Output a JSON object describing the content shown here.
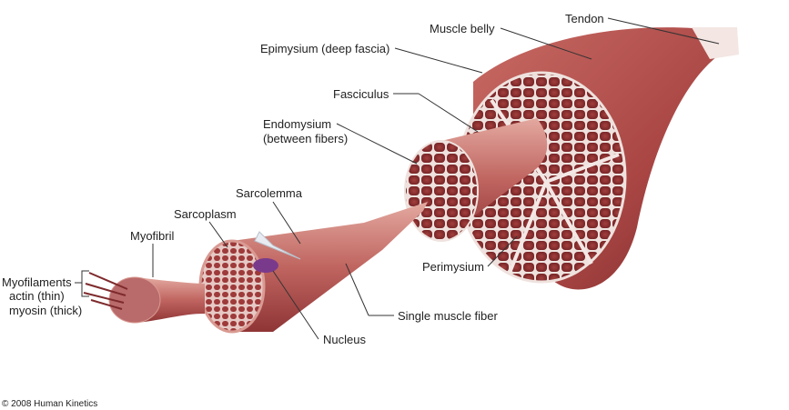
{
  "labels": {
    "tendon": "Tendon",
    "muscle_belly": "Muscle belly",
    "epimysium": "Epimysium (deep fascia)",
    "fasciculus": "Fasciculus",
    "endomysium_1": "Endomysium",
    "endomysium_2": "(between fibers)",
    "sarcolemma": "Sarcolemma",
    "sarcoplasm": "Sarcoplasm",
    "myofibril": "Myofibril",
    "myofilaments": "Myofilaments",
    "actin": "actin (thin)",
    "myosin": "myosin (thick)",
    "perimysium": "Perimysium",
    "single_fiber": "Single muscle fiber",
    "nucleus": "Nucleus"
  },
  "copyright": "© 2008 Human Kinetics",
  "colors": {
    "muscle": "#b5514f",
    "muscle_dark": "#7e2a2c",
    "muscle_light": "#d99a92",
    "fascia": "#f1e4e0",
    "nucleus": "#7a3a8c"
  }
}
